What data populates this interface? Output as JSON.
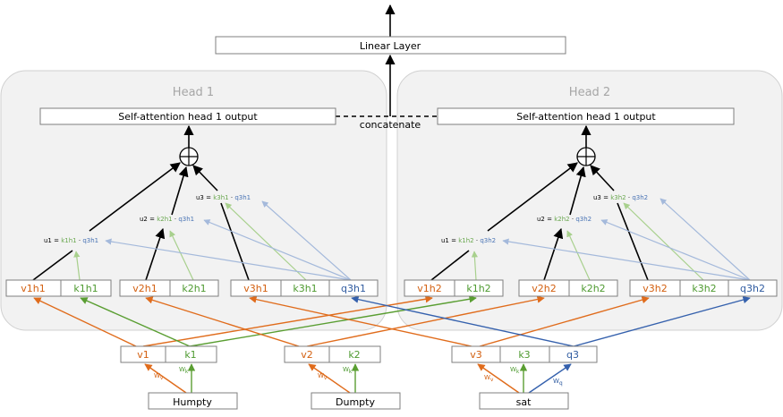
{
  "linear_layer": "Linear Layer",
  "concatenate": "concatenate",
  "heads": [
    {
      "title": "Head 1",
      "output": "Self-attention head 1 output",
      "tokens": [
        "v1h1",
        "k1h1",
        "v2h1",
        "k2h1",
        "v3h1",
        "k3h1",
        "q3h1"
      ],
      "scores": [
        {
          "prefix": "u1 =",
          "k": "k1h1",
          "dot": "·",
          "q": "q3h1"
        },
        {
          "prefix": "u2 =",
          "k": "k2h1",
          "dot": "·",
          "q": "q3h1"
        },
        {
          "prefix": "u3 =",
          "k": "k3h1",
          "dot": "·",
          "q": "q3h1"
        }
      ]
    },
    {
      "title": "Head 2",
      "output": "Self-attention head 1 output",
      "tokens": [
        "v1h2",
        "k1h2",
        "v2h2",
        "k2h2",
        "v3h2",
        "k3h2",
        "q3h2"
      ],
      "scores": [
        {
          "prefix": "u1 =",
          "k": "k1h2",
          "dot": "·",
          "q": "q3h2"
        },
        {
          "prefix": "u2 =",
          "k": "k2h2",
          "dot": "·",
          "q": "q3h2"
        },
        {
          "prefix": "u3 =",
          "k": "k3h2",
          "dot": "·",
          "q": "q3h2"
        }
      ]
    }
  ],
  "vectors": {
    "humpty": [
      "v1",
      "k1"
    ],
    "dumpty": [
      "v2",
      "k2"
    ],
    "sat": [
      "v3",
      "k3",
      "q3"
    ]
  },
  "words": [
    "Humpty",
    "Dumpty",
    "sat"
  ],
  "weights": {
    "wv": {
      "base": "W",
      "sub": "v"
    },
    "wk": {
      "base": "W",
      "sub": "k"
    },
    "wq": {
      "base": "W",
      "sub": "q"
    }
  },
  "colors": {
    "value": "#e06c1c",
    "key": "#5a9e32",
    "query": "#3561ad",
    "panel": "#f2f2f2"
  }
}
